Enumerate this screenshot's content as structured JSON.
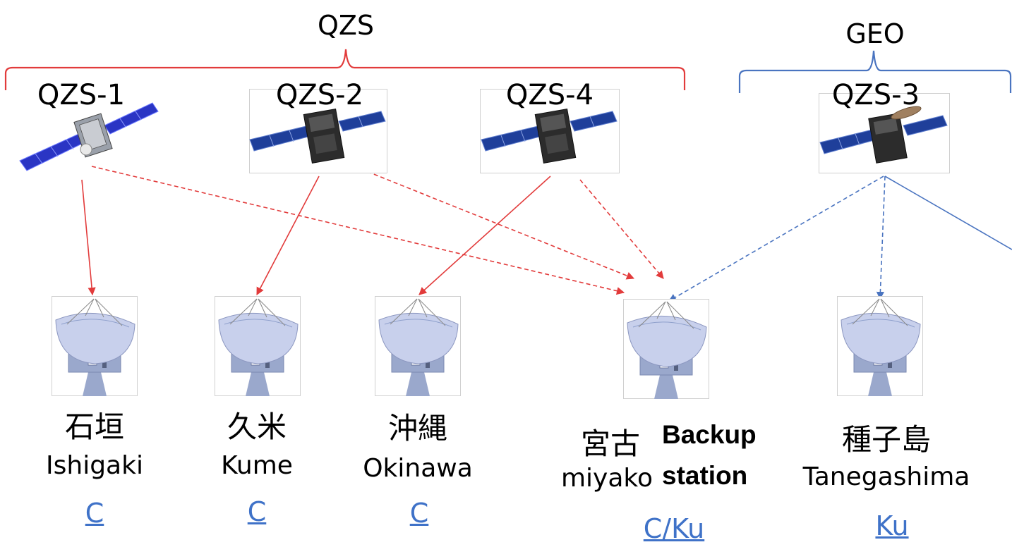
{
  "groups": {
    "qzs": {
      "label": "QZS",
      "bracket_color": "#e23b3b"
    },
    "geo": {
      "label": "GEO",
      "bracket_color": "#4a74c0"
    }
  },
  "satellites": [
    {
      "label": "QZS-1"
    },
    {
      "label": "QZS-2"
    },
    {
      "label": "QZS-4"
    },
    {
      "label": "QZS-3"
    }
  ],
  "stations": [
    {
      "kanji": "石垣",
      "romaji": "Ishigaki",
      "band": "C"
    },
    {
      "kanji": "久米",
      "romaji": "Kume",
      "band": "C"
    },
    {
      "kanji": "沖縄",
      "romaji": "Okinawa",
      "band": "C"
    },
    {
      "kanji": "宮古",
      "romaji": "miyako",
      "band": "C/Ku",
      "note_line1": "Backup",
      "note_line2": "station"
    },
    {
      "kanji": "種子島",
      "romaji": "Tanegashima",
      "band": "Ku"
    }
  ],
  "colors": {
    "qzs_link": "#e23b3b",
    "geo_link": "#4a74c0",
    "band_text": "#3f72c8"
  }
}
